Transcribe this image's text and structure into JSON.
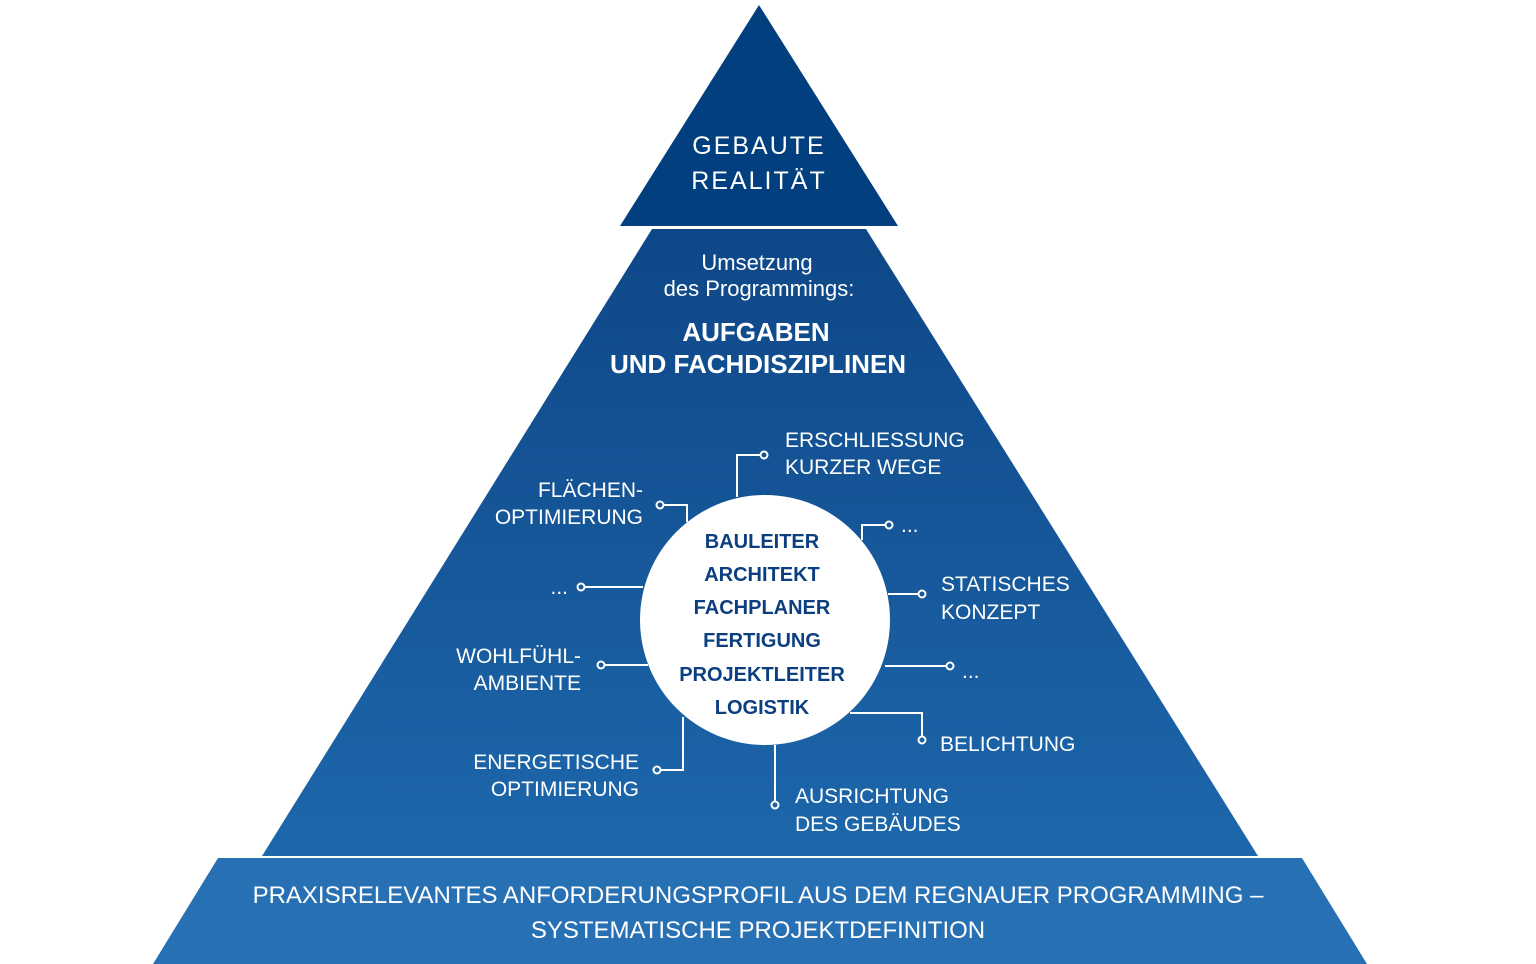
{
  "top": {
    "line1": "GEBAUTE",
    "line2": "REALITÄT"
  },
  "middle": {
    "sub1": "Umsetzung",
    "sub2": "des Programmings:",
    "head1": "AUFGABEN",
    "head2": "UND FACHDISZIPLINEN"
  },
  "roles": [
    "BAULEITER",
    "ARCHITEKT",
    "FACHPLANER",
    "FERTIGUNG",
    "PROJEKTLEITER",
    "LOGISTIK"
  ],
  "aspects": {
    "erschliessung": [
      "ERSCHLIESSUNG",
      "KURZER WEGE"
    ],
    "flaechen": [
      "FLÄCHEN-",
      "OPTIMIERUNG"
    ],
    "more_top_right": "...",
    "more_left": "...",
    "statisches": [
      "STATISCHES",
      "KONZEPT"
    ],
    "wohlfuehl": [
      "WOHLFÜHL-",
      "AMBIENTE"
    ],
    "more_right": "...",
    "belichtung": "BELICHTUNG",
    "energetische": [
      "ENERGETISCHE",
      "OPTIMIERUNG"
    ],
    "ausrichtung": [
      "AUSRICHTUNG",
      "DES GEBÄUDES"
    ]
  },
  "base": {
    "line1": "PRAXISRELEVANTES ANFORDERUNGSPROFIL AUS DEM REGNAUER PROGRAMMING –",
    "line2": "SYSTEMATISCHE PROJEKTDEFINITION"
  },
  "colors": {
    "top": "#023f7e",
    "mid_top": "#0e4787",
    "mid_bottom": "#1d67ab",
    "base": "#2770b3",
    "role_text": "#0b3f80"
  }
}
